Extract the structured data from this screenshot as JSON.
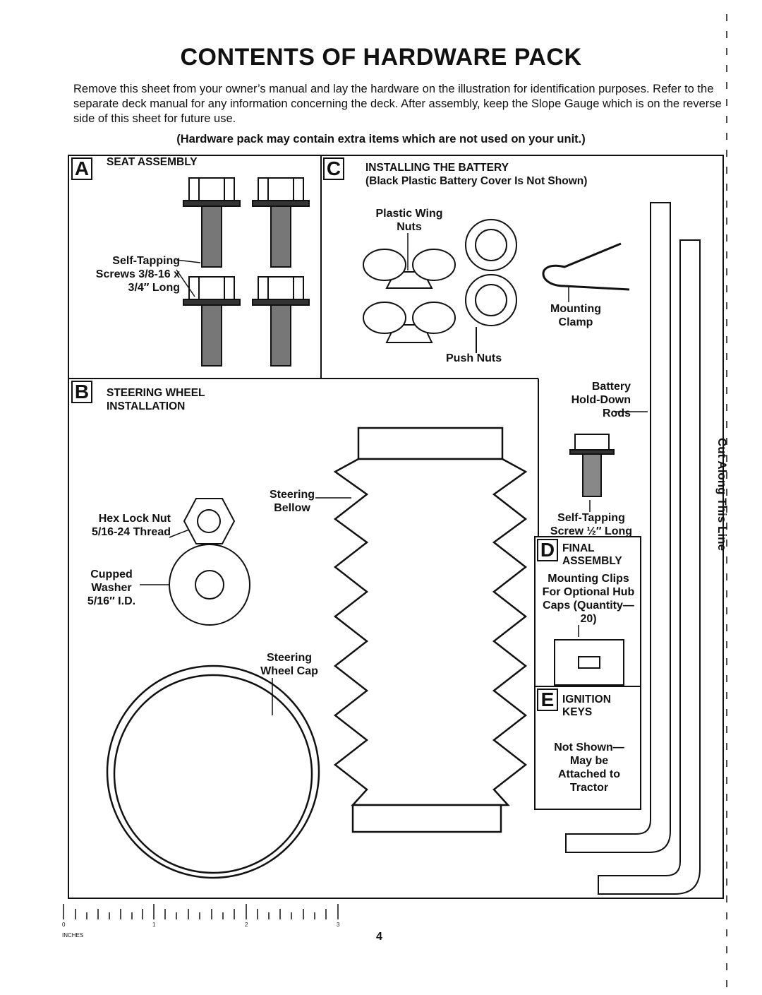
{
  "title": "CONTENTS OF HARDWARE PACK",
  "intro": "Remove this sheet from your owner’s manual and lay the hardware on the illustration for identification purposes. Refer to the separate deck manual for any information concerning the deck. After assembly, keep the Slope Gauge which is on the reverse side of this sheet for future use.",
  "note": "(Hardware pack may contain extra items which are not used on your unit.)",
  "sections": {
    "a": {
      "letter": "A",
      "title": "SEAT ASSEMBLY",
      "screws_label": "Self-Tapping Screws 3/8-16 x 3/4″ Long"
    },
    "b": {
      "letter": "B",
      "title_1": "STEERING WHEEL",
      "title_2": "INSTALLATION",
      "hex_nut": "Hex Lock Nut 5/16-24 Thread",
      "washer": "Cupped Washer 5/16″ I.D.",
      "bellow": "Steering Bellow",
      "cap": "Steering Wheel Cap"
    },
    "c": {
      "letter": "C",
      "title": "INSTALLING THE BATTERY",
      "subtitle": "(Black Plastic Battery Cover Is Not Shown)",
      "wing_nuts": "Plastic Wing Nuts",
      "push_nuts": "Push Nuts",
      "clamp": "Mounting Clamp",
      "rods": "Battery Hold-Down Rods",
      "screw": "Self-Tapping Screw ½″ Long"
    },
    "d": {
      "letter": "D",
      "title_1": "FINAL",
      "title_2": "ASSEMBLY",
      "clips": "Mounting Clips For Optional Hub Caps (Quantity—20)"
    },
    "e": {
      "letter": "E",
      "title_1": "IGNITION",
      "title_2": "KEYS",
      "body": "Not Shown— May be Attached to Tractor"
    }
  },
  "cut_line": "Cut Along This Line",
  "ruler": {
    "unit": "INCHES",
    "marks": [
      "0",
      "1",
      "2",
      "3"
    ]
  },
  "page_number": "4"
}
